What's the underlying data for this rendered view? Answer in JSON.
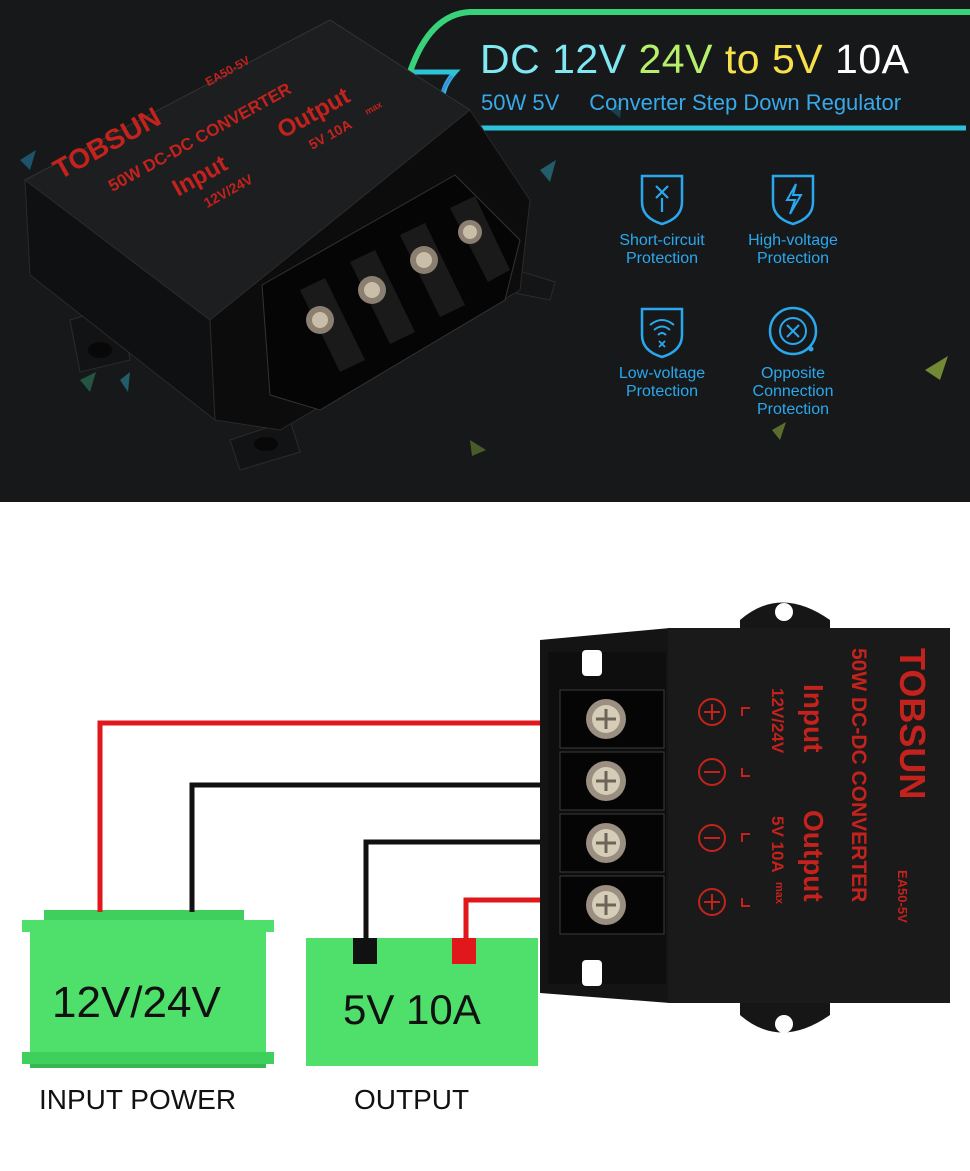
{
  "header": {
    "title_parts": [
      "DC",
      "12V",
      "24V",
      "to",
      "5V",
      "10A"
    ],
    "subtitle_left": "50W 5V",
    "subtitle_right": "Converter Step Down Regulator"
  },
  "features": [
    {
      "line1": "Short-circuit",
      "line2": "Protection",
      "line3": "",
      "icon": "shield-x-icon"
    },
    {
      "line1": "High-voltage",
      "line2": "Protection",
      "line3": "",
      "icon": "shield-bolt-icon"
    },
    {
      "line1": "Low-voltage",
      "line2": "Protection",
      "line3": "",
      "icon": "shield-wifi-icon"
    },
    {
      "line1": "Opposite",
      "line2": "Connection",
      "line3": "Protection",
      "icon": "circle-x-icon"
    }
  ],
  "device": {
    "brand": "TOBSUN",
    "model": "EA50-5V",
    "name": "50W DC-DC CONVERTER",
    "input_label": "Input",
    "input_voltage": "12V/24V",
    "output_label": "Output",
    "output_spec": "5V 10A",
    "output_max": "max"
  },
  "diagram": {
    "input_box": "12V/24V",
    "output_box": "5V 10A",
    "input_caption": "INPUT POWER",
    "output_caption": "OUTPUT"
  },
  "colors": {
    "accent_cyan": "#2aa8ee",
    "wire_red": "#e0171b",
    "wire_black": "#111111",
    "box_green": "#4ee06a",
    "device_label_red": "#c3221d"
  }
}
